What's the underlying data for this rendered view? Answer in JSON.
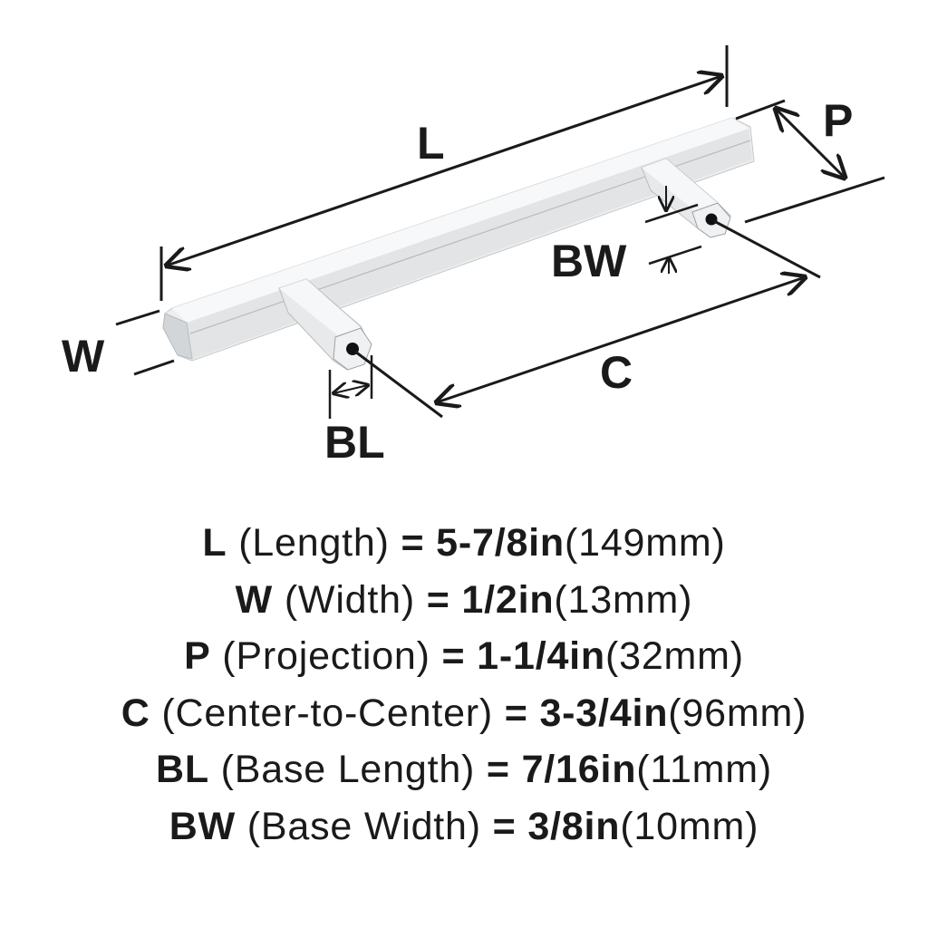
{
  "diagram": {
    "labels": {
      "L": "L",
      "W": "W",
      "P": "P",
      "C": "C",
      "BL": "BL",
      "BW": "BW"
    },
    "colors": {
      "ink": "#1a1a1a",
      "metal_light": "#f2f3f4",
      "metal_mid": "#dcdee0",
      "metal_dark": "#b9bcbf"
    }
  },
  "specs": [
    {
      "key": "L",
      "name": "(Length)",
      "eq": "=",
      "imperial": "5-7/8in",
      "metric": "(149mm)"
    },
    {
      "key": "W",
      "name": "(Width)",
      "eq": "=",
      "imperial": "1/2in",
      "metric": "(13mm)"
    },
    {
      "key": "P",
      "name": "(Projection)",
      "eq": "=",
      "imperial": "1-1/4in",
      "metric": "(32mm)"
    },
    {
      "key": "C",
      "name": "(Center-to-Center)",
      "eq": "=",
      "imperial": "3-3/4in",
      "metric": "(96mm)"
    },
    {
      "key": "BL",
      "name": "(Base Length)",
      "eq": "=",
      "imperial": "7/16in",
      "metric": "(11mm)"
    },
    {
      "key": "BW",
      "name": "(Base Width)",
      "eq": "=",
      "imperial": "3/8in",
      "metric": "(10mm)"
    }
  ]
}
